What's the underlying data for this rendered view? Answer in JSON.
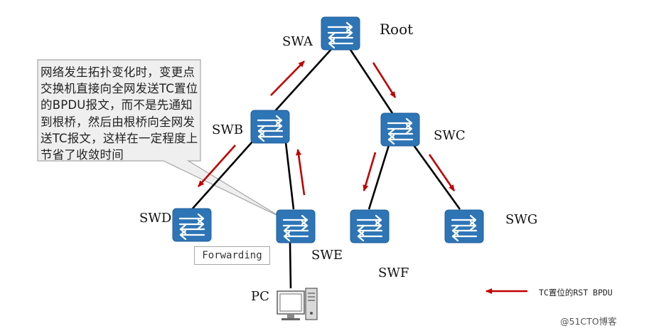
{
  "nodes": {
    "swa": {
      "label": "SWA"
    },
    "swb": {
      "label": "SWB"
    },
    "swc": {
      "label": "SWC"
    },
    "swd": {
      "label": "SWD"
    },
    "swe": {
      "label": "SWE"
    },
    "swf": {
      "label": "SWF"
    },
    "swg": {
      "label": "SWG"
    },
    "pc": {
      "label": "PC"
    }
  },
  "root_label": "Root",
  "callout_text": "网络发生拓扑变化时，变更点交换机直接向全网发送TC置位的BPDU报文，而不是先通知到根桥，然后由根桥向全网发送TC报文，这样在一定程度上节省了收敛时间",
  "port_state_label": "Forwarding",
  "legend": {
    "label": "TC置位的RST BPDU"
  },
  "watermark": "@51CTO博客",
  "colors": {
    "switch_fill": "#2e75b6",
    "link": "#000000",
    "arrow": "#c00000",
    "callout_fill": "#efefef",
    "callout_border": "#a6a6a6"
  }
}
